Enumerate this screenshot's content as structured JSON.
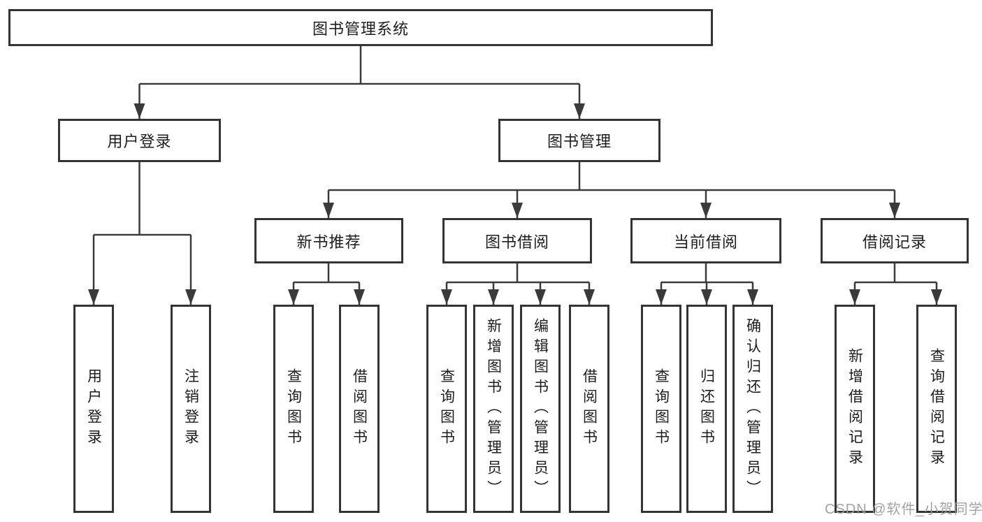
{
  "diagram": {
    "root": {
      "label": "图书管理系统"
    },
    "branches": [
      {
        "label": "用户登录",
        "children": [
          {
            "label": "用户登录"
          },
          {
            "label": "注销登录"
          }
        ]
      },
      {
        "label": "图书管理",
        "children": [
          {
            "label": "新书推荐",
            "children": [
              {
                "label": "查询图书"
              },
              {
                "label": "借阅图书"
              }
            ]
          },
          {
            "label": "图书借阅",
            "children": [
              {
                "label": "查询图书"
              },
              {
                "label": "新增图书（管理员）"
              },
              {
                "label": "编辑图书（管理员）"
              },
              {
                "label": "借阅图书"
              }
            ]
          },
          {
            "label": "当前借阅",
            "children": [
              {
                "label": "查询图书"
              },
              {
                "label": "归还图书"
              },
              {
                "label": "确认归还（管理员）"
              }
            ]
          },
          {
            "label": "借阅记录",
            "children": [
              {
                "label": "新增借阅记录"
              },
              {
                "label": "查询借阅记录"
              }
            ]
          }
        ]
      }
    ]
  },
  "watermark": {
    "text": "CSDN @软件_小贺同学"
  },
  "colors": {
    "line": "#3a3a3a",
    "border": "#343434",
    "text": "#1d1d1d",
    "background": "#ffffff",
    "watermark": "#9e9e9e"
  }
}
